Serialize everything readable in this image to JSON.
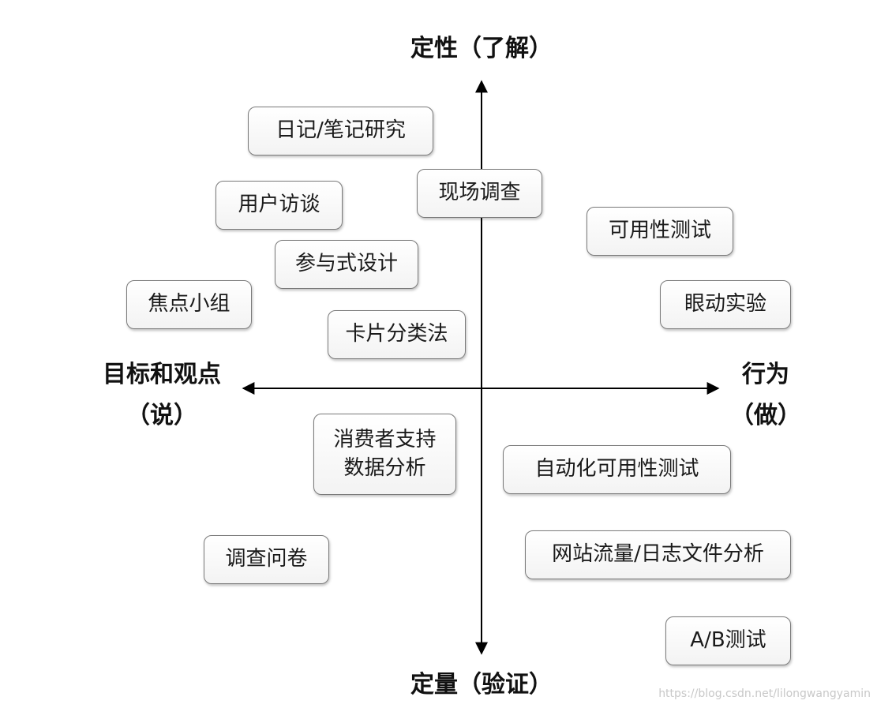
{
  "axes": {
    "top_label": "定性（了解）",
    "bottom_label": "定量（验证）",
    "left_label_line1": "目标和观点",
    "left_label_line2": "（说）",
    "right_label_line1": "行为",
    "right_label_line2": "（做）"
  },
  "methods": [
    {
      "label": "日记/笔记研究"
    },
    {
      "label": "现场调查"
    },
    {
      "label": "用户访谈"
    },
    {
      "label": "可用性测试"
    },
    {
      "label": "参与式设计"
    },
    {
      "label": "焦点小组"
    },
    {
      "label": "眼动实验"
    },
    {
      "label": "卡片分类法"
    },
    {
      "label": "消费者支持\n数据分析"
    },
    {
      "label": "自动化可用性测试"
    },
    {
      "label": "调查问卷"
    },
    {
      "label": "网站流量/日志文件分析"
    },
    {
      "label": "A/B测试"
    }
  ],
  "watermark": "https://blog.csdn.net/lilongwangyamin",
  "colors": {
    "axis": "#000000",
    "box_border": "#7a7a7a",
    "box_fill": "#f3f3f3",
    "text": "#1a1a1a"
  }
}
